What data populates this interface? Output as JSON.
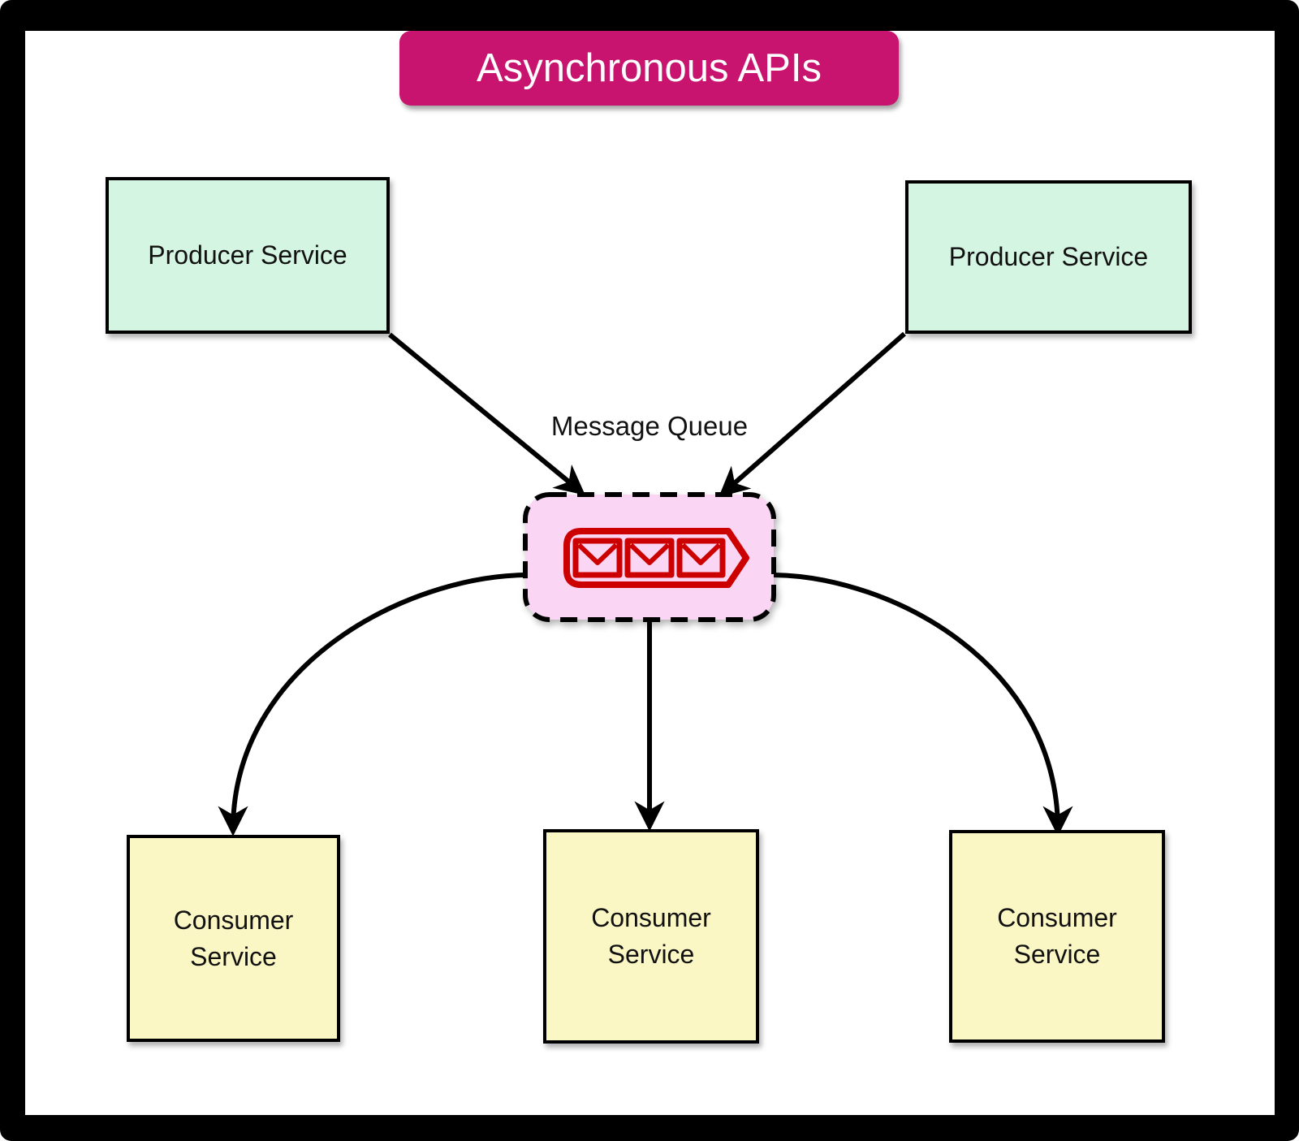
{
  "title": {
    "label": "Asynchronous APIs"
  },
  "queue": {
    "label": "Message Queue",
    "icon": "envelope-queue-icon"
  },
  "producers": [
    {
      "label": "Producer Service"
    },
    {
      "label": "Producer Service"
    }
  ],
  "consumers": [
    {
      "label": "Consumer Service"
    },
    {
      "label": "Consumer Service"
    },
    {
      "label": "Consumer Service"
    }
  ],
  "colors": {
    "frame": "#000000",
    "canvas": "#FFFFFF",
    "banner": "#C8146E",
    "banner-text": "#FFFFFF",
    "producer-fill": "#D5F5E3",
    "consumer-fill": "#FBF7C5",
    "queue-fill": "#FBD6F4",
    "icon-red": "#CC0000",
    "node-border": "#000000",
    "arrow": "#000000",
    "text": "#111111"
  }
}
